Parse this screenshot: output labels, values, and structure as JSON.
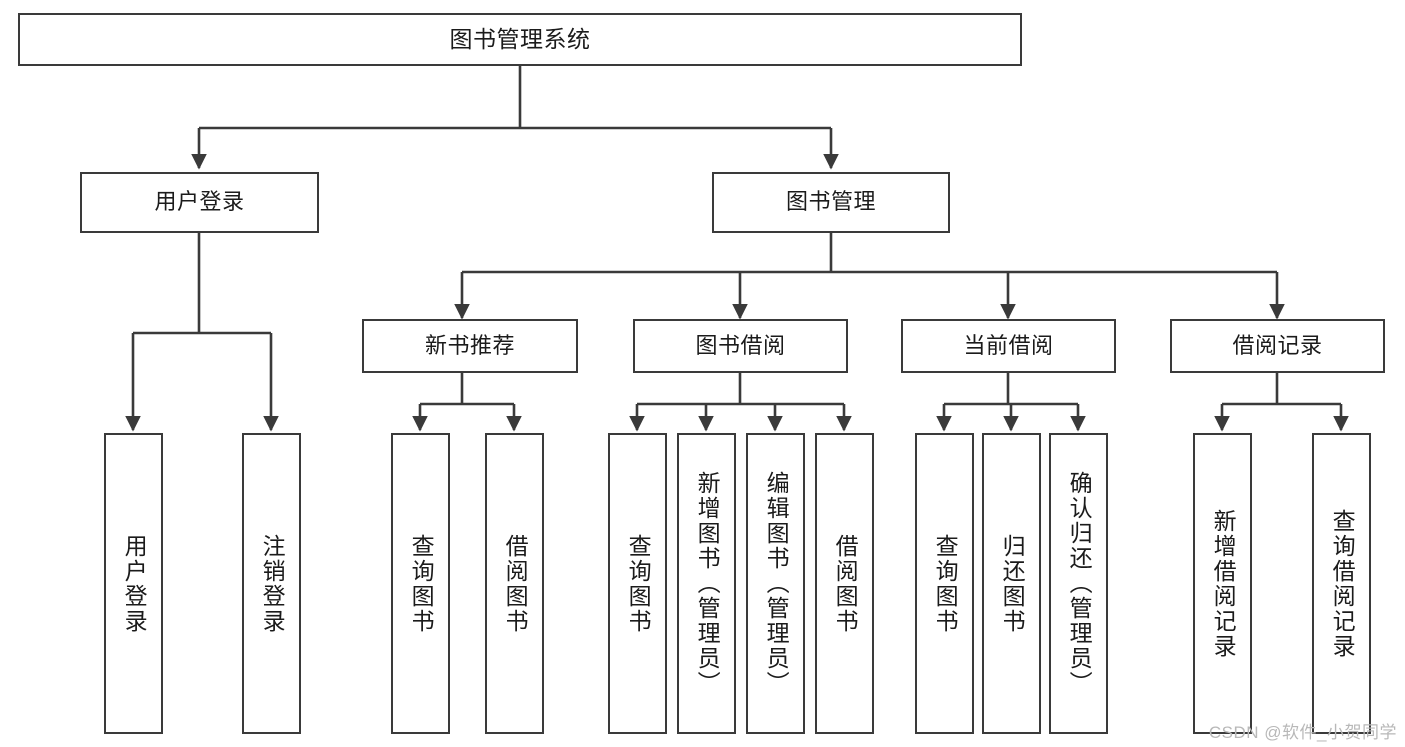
{
  "diagram": {
    "title": "图书管理系统",
    "type": "tree-hierarchy-diagram",
    "colors": {
      "background": "#ffffff",
      "box_border": "#3a3a3a",
      "box_fill": "#ffffff",
      "text": "#1b1b1b",
      "edge": "#3a3a3a",
      "watermark": "#b8b8b8"
    },
    "root": {
      "label": "图书管理系统"
    },
    "level2": [
      {
        "id": "user-login",
        "label": "用户登录"
      },
      {
        "id": "book-management",
        "label": "图书管理"
      }
    ],
    "level3": [
      {
        "id": "new-book-recommend",
        "label": "新书推荐"
      },
      {
        "id": "book-borrow",
        "label": "图书借阅"
      },
      {
        "id": "current-borrow",
        "label": "当前借阅"
      },
      {
        "id": "borrow-record",
        "label": "借阅记录"
      }
    ],
    "leaves": {
      "user_login": [
        {
          "id": "leaf-user-login",
          "label": "用户登录"
        },
        {
          "id": "leaf-logout-login",
          "label": "注销登录"
        }
      ],
      "new_book_recommend": [
        {
          "id": "leaf-query-book-1",
          "label": "查询图书"
        },
        {
          "id": "leaf-borrow-book-1",
          "label": "借阅图书"
        }
      ],
      "book_borrow": [
        {
          "id": "leaf-query-book-2",
          "label": "查询图书"
        },
        {
          "id": "leaf-add-book",
          "label": "新增图书（管理员）"
        },
        {
          "id": "leaf-edit-book",
          "label": "编辑图书（管理员）"
        },
        {
          "id": "leaf-borrow-book-2",
          "label": "借阅图书"
        }
      ],
      "current_borrow": [
        {
          "id": "leaf-query-book-3",
          "label": "查询图书"
        },
        {
          "id": "leaf-return-book",
          "label": "归还图书"
        },
        {
          "id": "leaf-confirm-return",
          "label": "确认归还（管理员）"
        }
      ],
      "borrow_record": [
        {
          "id": "leaf-add-borrow-record",
          "label": "新增借阅记录"
        },
        {
          "id": "leaf-query-borrow-record",
          "label": "查询借阅记录"
        }
      ]
    }
  },
  "watermark": {
    "text": "CSDN @软件_小贺同学"
  }
}
